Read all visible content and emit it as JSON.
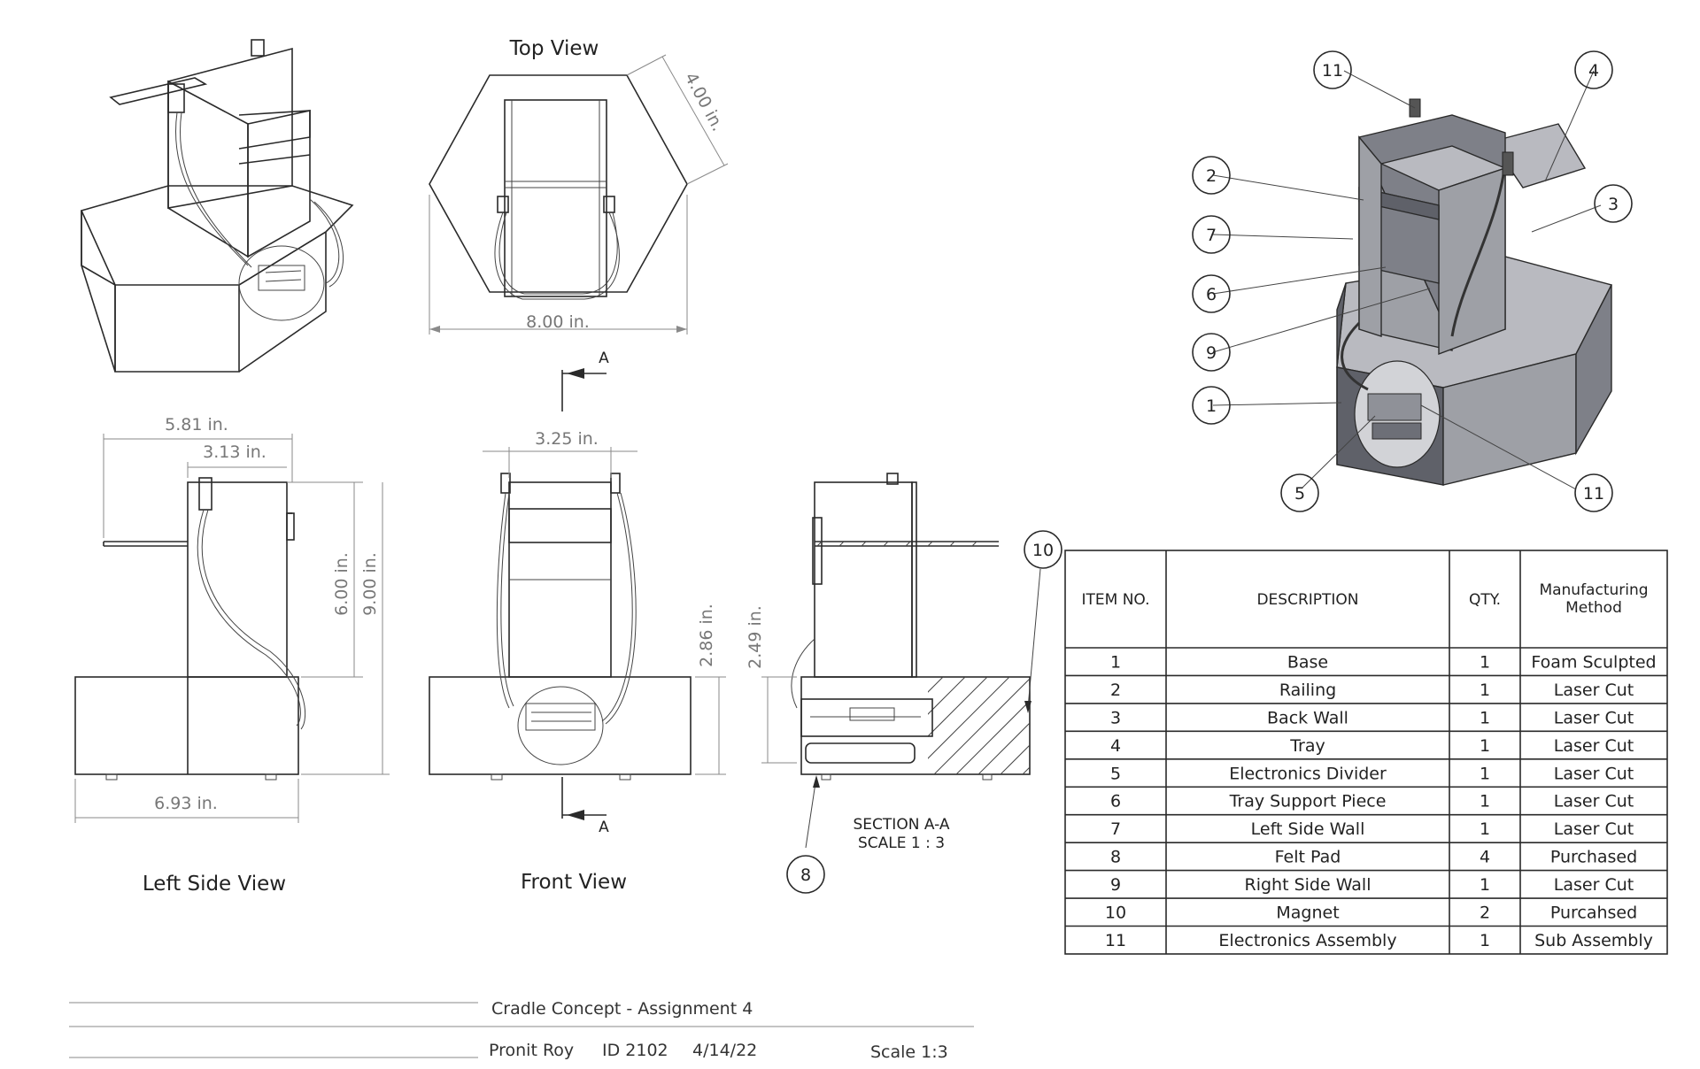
{
  "views": {
    "top": "Top View",
    "left": "Left Side View",
    "front": "Front View",
    "section_title": "SECTION A-A",
    "section_scale": "SCALE 1 : 3",
    "section_marker": "A"
  },
  "dimensions": {
    "top_width": "8.00 in.",
    "top_side": "4.00 in.",
    "left_depth": "5.81 in.",
    "left_wall": "3.13 in.",
    "left_upper_height": "6.00 in.",
    "left_total_height": "9.00 in.",
    "left_base_width": "6.93 in.",
    "front_width": "3.25 in.",
    "front_base_height": "2.86 in.",
    "section_height": "2.49 in."
  },
  "balloons": [
    "1",
    "2",
    "3",
    "4",
    "5",
    "6",
    "7",
    "8",
    "9",
    "10",
    "11"
  ],
  "bom": {
    "headers": [
      "ITEM NO.",
      "DESCRIPTION",
      "QTY.",
      "Manufacturing",
      "Method"
    ],
    "rows": [
      [
        "1",
        "Base",
        "1",
        "Foam Sculpted"
      ],
      [
        "2",
        "Railing",
        "1",
        "Laser Cut"
      ],
      [
        "3",
        "Back Wall",
        "1",
        "Laser Cut"
      ],
      [
        "4",
        "Tray",
        "1",
        "Laser Cut"
      ],
      [
        "5",
        "Electronics Divider",
        "1",
        "Laser Cut"
      ],
      [
        "6",
        "Tray Support Piece",
        "1",
        "Laser Cut"
      ],
      [
        "7",
        "Left Side Wall",
        "1",
        "Laser Cut"
      ],
      [
        "8",
        "Felt Pad",
        "4",
        "Purchased"
      ],
      [
        "9",
        "Right Side Wall",
        "1",
        "Laser Cut"
      ],
      [
        "10",
        "Magnet",
        "2",
        "Purcahsed"
      ],
      [
        "11",
        "Electronics Assembly",
        "1",
        "Sub Assembly"
      ]
    ]
  },
  "title_block": {
    "title": "Cradle Concept - Assignment 4",
    "author": "Pronit Roy",
    "id": "ID 2102",
    "date": "4/14/22",
    "scale": "Scale 1:3"
  }
}
